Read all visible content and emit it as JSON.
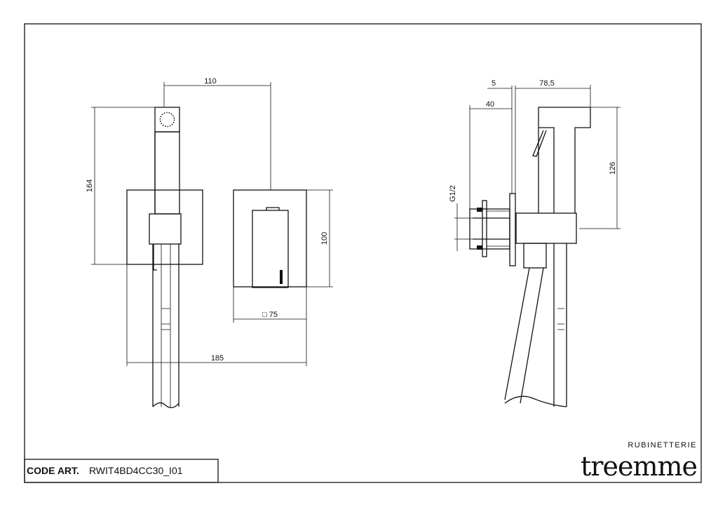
{
  "title_block": {
    "code_label": "CODE ART.",
    "code_value": "RWIT4BD4CC30_I01"
  },
  "brand": {
    "subtitle": "RUBINETTERIE",
    "name": "treemme"
  },
  "dimensions": {
    "front": {
      "d110": "110",
      "d164": "164",
      "d100": "100",
      "d75": "□ 75",
      "d185": "185"
    },
    "side": {
      "d5": "5",
      "d785": "78,5",
      "d40": "40",
      "d126": "126",
      "g12": "G1/2"
    }
  }
}
